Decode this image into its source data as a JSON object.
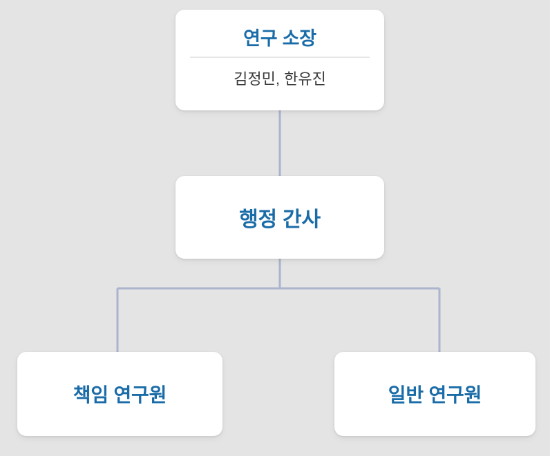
{
  "chart": {
    "kind": "organization-chart",
    "background_color": "#e4e4e4",
    "card_color": "#ffffff",
    "accent_color": "#1a6ca8",
    "subtitle_color": "#3a3a3a",
    "connector_color": "#aab4cc",
    "divider_color": "#e6e6e6"
  },
  "nodes": {
    "director": {
      "title": "연구 소장",
      "subtitle": "김정민, 한유진",
      "has_divider": true
    },
    "secretary": {
      "title": "행정 간사",
      "has_divider": false
    },
    "principal_researcher": {
      "title": "책임 연구원",
      "has_divider": false
    },
    "general_researcher": {
      "title": "일반 연구원",
      "has_divider": false
    }
  },
  "connectors": [
    {
      "name": "director-to-secretary",
      "from": "director",
      "to": "secretary"
    },
    {
      "name": "secretary-to-principal",
      "from": "secretary",
      "to": "principal_researcher"
    },
    {
      "name": "secretary-to-general",
      "from": "secretary",
      "to": "general_researcher"
    }
  ]
}
